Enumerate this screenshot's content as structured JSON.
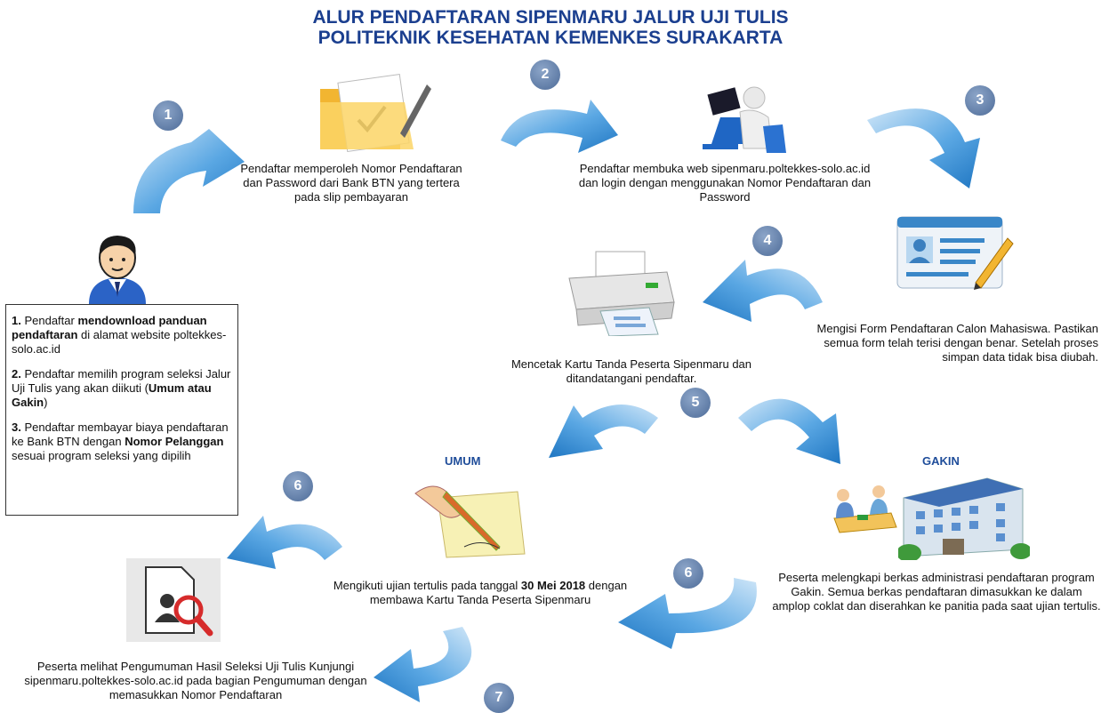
{
  "title": {
    "line1": "ALUR PENDAFTARAN SIPENMARU JALUR UJI TULIS",
    "line2": "POLITEKNIK KESEHATAN KEMENKES SURAKARTA"
  },
  "badges": {
    "b1": "1",
    "b2": "2",
    "b3": "3",
    "b4": "4",
    "b5": "5",
    "b6a": "6",
    "b6b": "6",
    "b7": "7"
  },
  "instructions": {
    "item1_num": "1.",
    "item1_pre": " Pendaftar ",
    "item1_bold": "mendownload panduan pendaftaran",
    "item1_post": " di alamat website poltekkes-solo.ac.id",
    "item2_num": "2.",
    "item2_pre": " Pendaftar memilih program seleksi Jalur Uji Tulis yang akan diikuti (",
    "item2_bold": "Umum atau Gakin",
    "item2_post": ")",
    "item3_num": "3.",
    "item3_pre": " Pendaftar membayar biaya pendaftaran ke Bank BTN dengan ",
    "item3_bold": "Nomor Pelanggan",
    "item3_post": " sesuai program seleksi yang dipilih"
  },
  "steps": {
    "step1_text": "Pendaftar memperoleh Nomor Pendaftaran dan Password dari Bank BTN yang tertera pada slip pembayaran",
    "step2_text": "Pendaftar membuka web sipenmaru.poltekkes-solo.ac.id dan login dengan menggunakan Nomor Pendaftaran dan Password",
    "step3_text": "Mengisi Form Pendaftaran Calon Mahasiswa. Pastikan semua form telah terisi dengan benar. Setelah proses simpan data tidak bisa diubah.",
    "step4_text": "Mencetak Kartu Tanda Peserta Sipenmaru dan ditandatangani pendaftar.",
    "umum_label": "UMUM",
    "gakin_label": "GAKIN",
    "umum_pre": "Mengikuti ujian tertulis pada tanggal ",
    "umum_bold": "30 Mei 2018",
    "umum_post": " dengan membawa Kartu Tanda Peserta Sipenmaru",
    "gakin_text": "Peserta melengkapi berkas administrasi pendaftaran program Gakin. Semua berkas pendaftaran dimasukkan ke dalam amplop coklat dan diserahkan ke panitia pada saat ujian tertulis.",
    "result_text": "Peserta melihat Pengumuman Hasil Seleksi Uji Tulis Kunjungi sipenmaru.poltekkes-solo.ac.id pada bagian Pengumuman dengan memasukkan Nomor Pendaftaran"
  },
  "colors": {
    "arrow": "#3d8fd4",
    "arrow_light": "#cfe6f8",
    "badge": "#5b77a3",
    "title": "#1b3f8f"
  },
  "icons": [
    "user-avatar-icon",
    "folder-document-icon",
    "computer-user-icon",
    "form-pencil-icon",
    "printer-icon",
    "pen-signing-icon",
    "meeting-icon",
    "building-icon",
    "search-document-icon"
  ]
}
